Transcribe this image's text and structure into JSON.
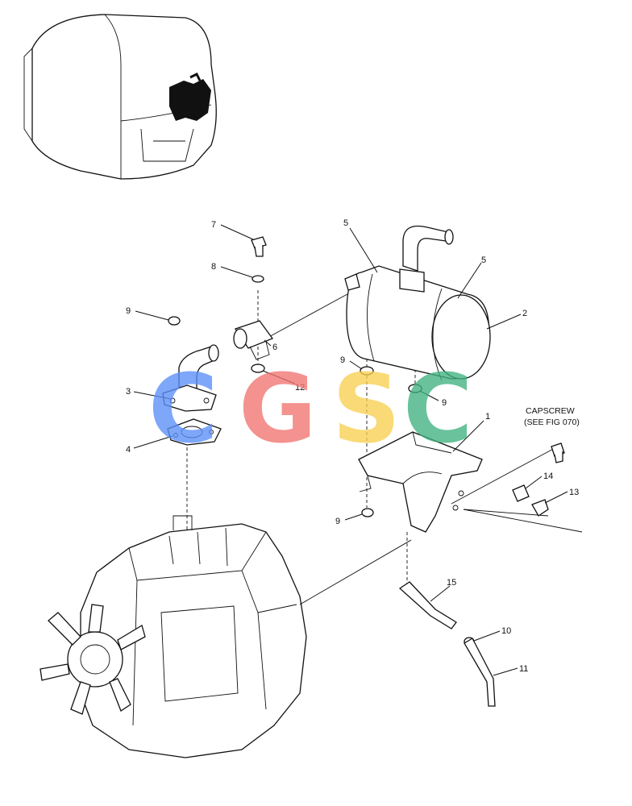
{
  "callouts": {
    "c1": "1",
    "c2": "2",
    "c3": "3",
    "c4": "4",
    "c5a": "5",
    "c5b": "5",
    "c6": "6",
    "c7": "7",
    "c8": "8",
    "c9a": "9",
    "c9b": "9",
    "c9c": "9",
    "c9d": "9",
    "c10": "10",
    "c11": "11",
    "c12": "12",
    "c13": "13",
    "c14": "14",
    "c15": "15"
  },
  "note": {
    "line1": "CAPSCREW",
    "line2": "(SEE FIG 070)"
  },
  "watermark": {
    "letters": [
      "C",
      "G",
      "S",
      "C"
    ],
    "colors": [
      "#5b8ff9",
      "#f07470",
      "#f8d050",
      "#3fb27f"
    ]
  }
}
